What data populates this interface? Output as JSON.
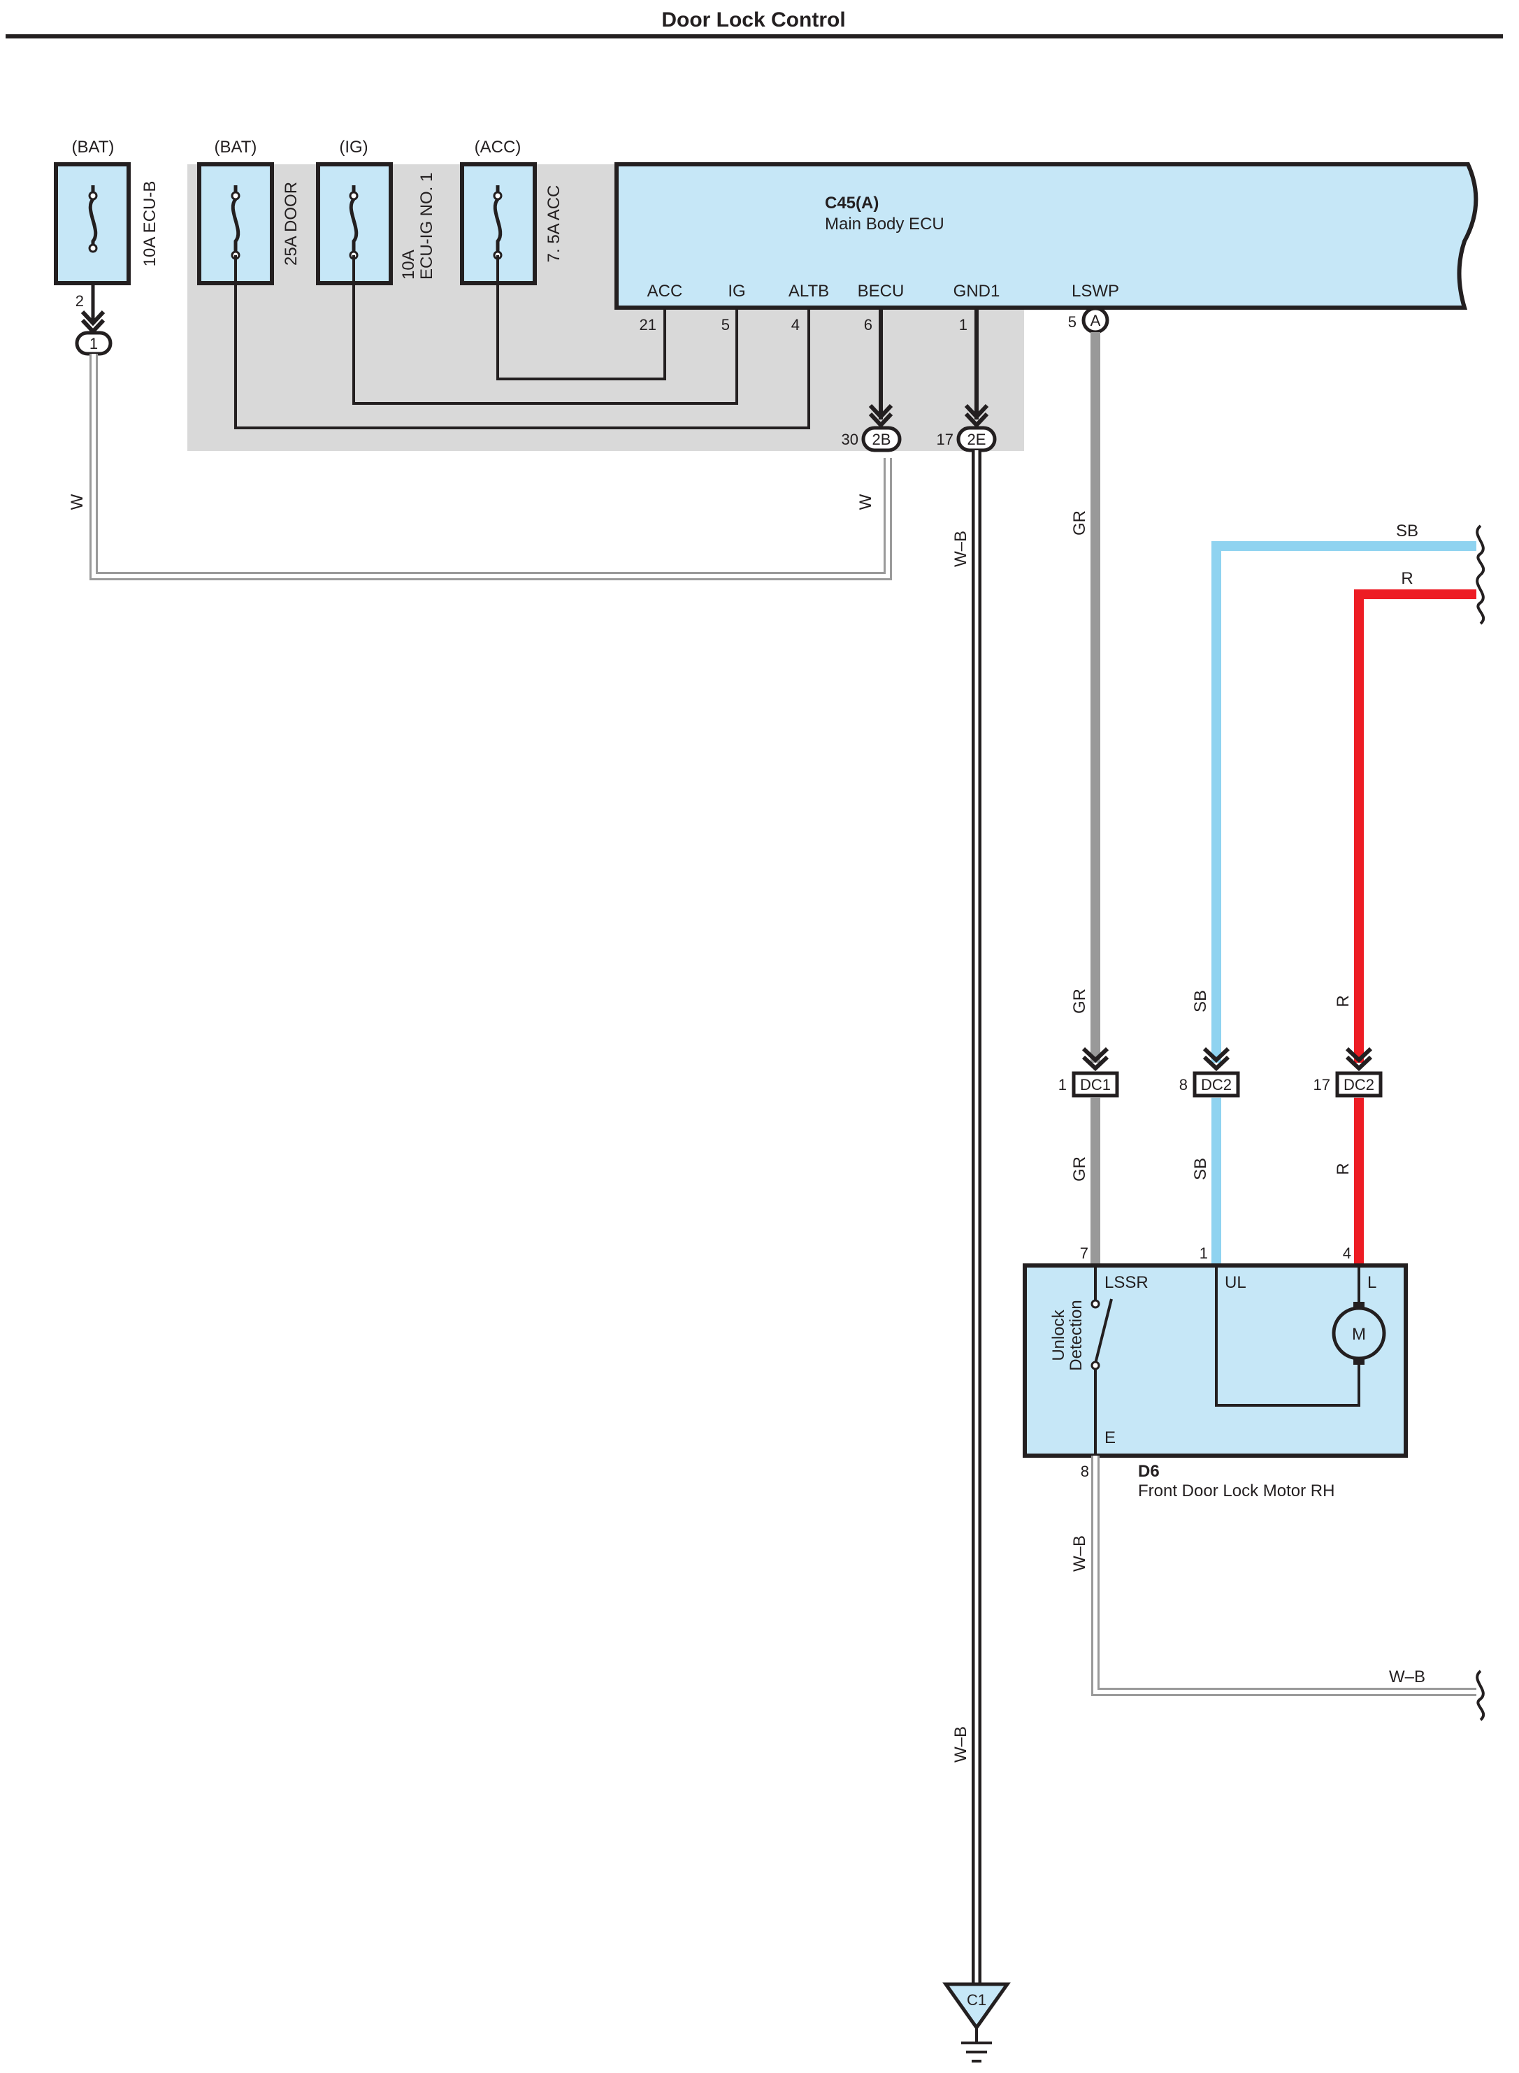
{
  "title": "Door Lock Control",
  "colors": {
    "component_fill": "#c6e7f7",
    "shade": "#d9d9d9",
    "wire_GR": "#999999",
    "wire_SB": "#8fd3f0",
    "wire_R": "#ed1c24",
    "wire_B": "#231f20"
  },
  "fuses": [
    {
      "source": "(BAT)",
      "name": "10A ECU-B",
      "pin": "2"
    },
    {
      "source": "(BAT)",
      "name": "25A DOOR"
    },
    {
      "source": "(IG)",
      "name_line1": "10A",
      "name_line2": "ECU-IG NO. 1"
    },
    {
      "source": "(ACC)",
      "name": "7. 5A ACC"
    }
  ],
  "ecu": {
    "code": "C45(A)",
    "name": "Main Body ECU",
    "pins": [
      {
        "label": "ACC",
        "num": "21"
      },
      {
        "label": "IG",
        "num": "5"
      },
      {
        "label": "ALTB",
        "num": "4"
      },
      {
        "label": "BECU",
        "num": "6"
      },
      {
        "label": "GND1",
        "num": "1"
      },
      {
        "label": "LSWP",
        "num": "5",
        "connector": "A"
      }
    ]
  },
  "junctions": {
    "j1": {
      "pin": "1"
    },
    "j2b": {
      "id": "2B",
      "pin": "30"
    },
    "j2e": {
      "id": "2E",
      "pin": "17"
    }
  },
  "wire_labels": {
    "w": "W",
    "wb": "W–B",
    "gr": "GR",
    "sb": "SB",
    "r": "R"
  },
  "connectors": [
    {
      "id": "DC1",
      "pin": "1"
    },
    {
      "id": "DC2",
      "pin": "8"
    },
    {
      "id": "DC2",
      "pin": "17"
    }
  ],
  "motor": {
    "code": "D6",
    "name": "Front Door Lock Motor RH",
    "pins": [
      {
        "num": "7",
        "label": "LSSR"
      },
      {
        "num": "1",
        "label": "UL"
      },
      {
        "num": "4",
        "label": "L"
      },
      {
        "num": "8",
        "label": "E"
      }
    ],
    "switch_label_1": "Unlock",
    "switch_label_2": "Detection",
    "motor_symbol": "M"
  },
  "ground": {
    "id": "C1"
  }
}
